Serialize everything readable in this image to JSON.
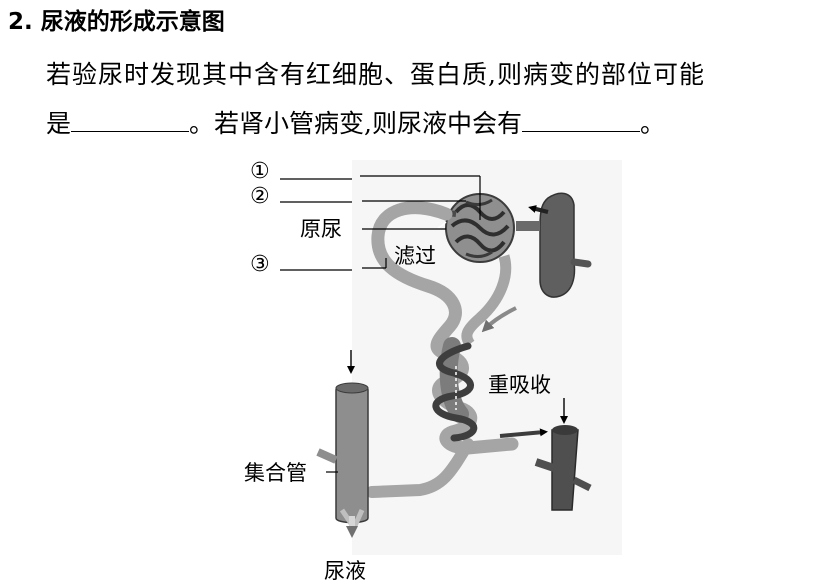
{
  "question": {
    "number": "2",
    "number_suffix": ".",
    "title": "尿液的形成示意图",
    "line1": "若验尿时发现其中含有红细胞、蛋白质,则病变的部位可能",
    "line2_a": "是",
    "line2_b": "。若肾小管病变,则尿液中会有",
    "line2_c": "。"
  },
  "figure": {
    "labels": {
      "mark1": "①",
      "mark2": "②",
      "mark3": "③",
      "primary_urine": "原尿",
      "filtration": "滤过",
      "reabsorption": "重吸收",
      "collecting_duct": "集合管",
      "urine": "尿液"
    },
    "colors": {
      "vessel": "#5a5a5a",
      "vessel_light": "#8c8c8c",
      "tubule": "#9a9a9a",
      "arrow": "#6e6e6e"
    }
  }
}
